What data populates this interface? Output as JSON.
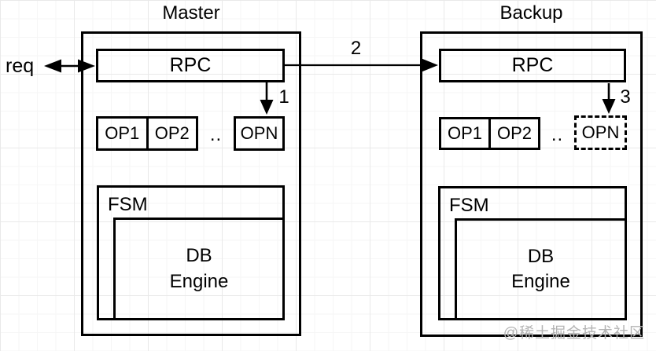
{
  "page": {
    "background": "#ffffff",
    "grid_minor_color": "#f6f6f6",
    "grid_major_color": "#e9e9e9",
    "line_color": "#000000",
    "watermark_color": "#b4b4b4"
  },
  "labels": {
    "req": "req",
    "step1": "1",
    "step2": "2",
    "step3": "3",
    "ellipsis": "..",
    "watermark": "@稀土掘金技术社区"
  },
  "master": {
    "title": "Master",
    "rpc": "RPC",
    "op1": "OP1",
    "op2": "OP2",
    "opn": "OPN",
    "fsm": "FSM",
    "db_engine": "DB\nEngine"
  },
  "backup": {
    "title": "Backup",
    "rpc": "RPC",
    "op1": "OP1",
    "op2": "OP2",
    "opn": "OPN",
    "fsm": "FSM",
    "db_engine": "DB\nEngine"
  }
}
